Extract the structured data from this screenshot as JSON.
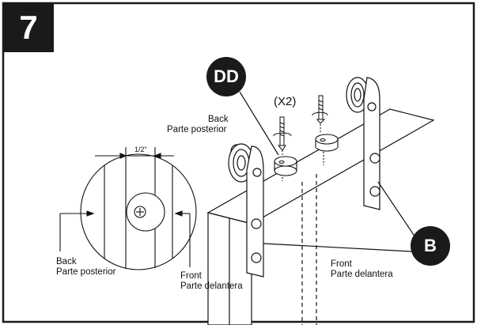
{
  "step": {
    "number": "7"
  },
  "callouts": {
    "dd": "DD",
    "b": "B"
  },
  "quantity": "(X2)",
  "dimension": "1/2\"",
  "labels": {
    "back_en": "Back",
    "back_es": "Parte posterior",
    "front_en": "Front",
    "front_es": "Parte delantera"
  },
  "colors": {
    "frame": "#1a1a1a",
    "callout_fill": "#1a1a1a",
    "line": "#111111"
  }
}
